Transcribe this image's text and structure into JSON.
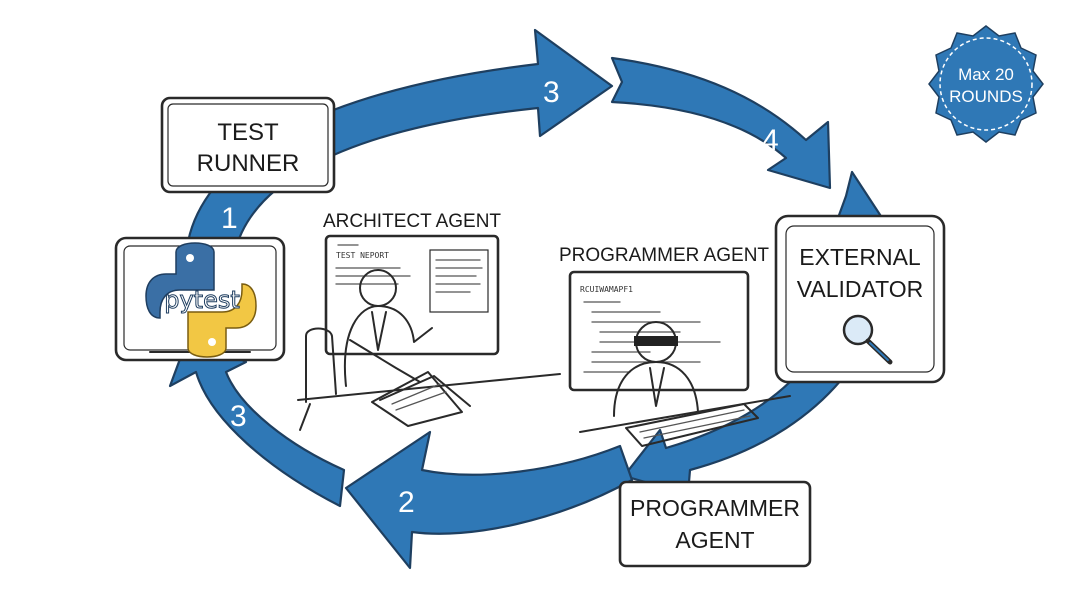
{
  "nodes": {
    "test_runner": {
      "line1": "TEST",
      "line2": "RUNNER"
    },
    "pytest_logo": {
      "text": "pytest"
    },
    "architect_agent": {
      "label": "ARCHITECT AGENT",
      "doc_title": "TEST NEPORT"
    },
    "programmer_agent_scene": {
      "label": "PROGRAMMER AGENT",
      "code_title": "RCUIWAMAPF1"
    },
    "external_validator": {
      "line1": "EXTERNAL",
      "line2": "VALIDATOR"
    },
    "programmer_agent_box": {
      "line1": "PROGRAMMER",
      "line2": "AGENT"
    }
  },
  "badge": {
    "line1": "Max 20",
    "line2": "ROUNDS"
  },
  "steps": {
    "left_top": "1",
    "top_mid": "3",
    "top_right": "4",
    "left_bottom": "3",
    "bottom": "2"
  },
  "colors": {
    "arrow": "#2f78b6",
    "badge": "#2f78b6",
    "python_blue": "#3a6fa5",
    "python_yellow": "#f2c744"
  },
  "icons": {
    "validator": "magnifier-icon",
    "test_runner": "python-logo-icon"
  }
}
